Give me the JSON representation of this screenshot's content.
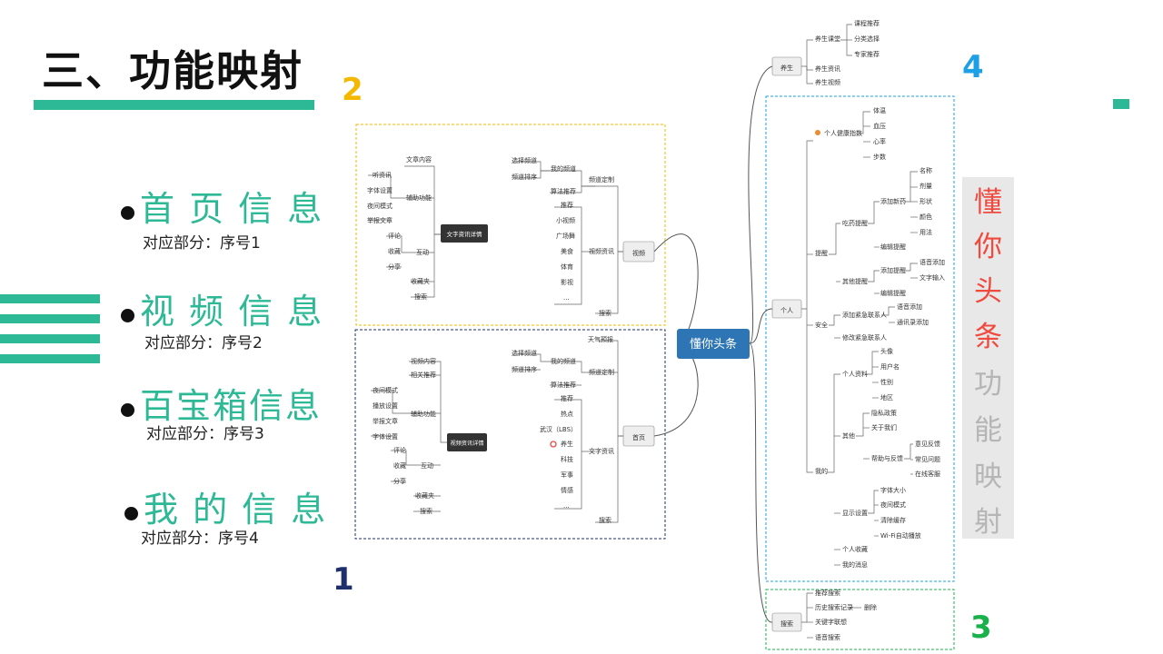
{
  "slide": {
    "title": "三、功能映射",
    "accent_color": "#2db896",
    "sections": [
      {
        "label": "首 页 信 息",
        "sub": "对应部分：序号1"
      },
      {
        "label": "视 频 信 息",
        "sub": "对应部分：序号2"
      },
      {
        "label": "百宝箱信息",
        "sub": "对应部分：序号3"
      },
      {
        "label": "我 的 信 息",
        "sub": "对应部分：序号4"
      }
    ],
    "vertical_title": [
      "懂",
      "你",
      "头",
      "条",
      "功",
      "能",
      "映",
      "射"
    ],
    "vertical_title_colors": {
      "highlight": "#f04a3e",
      "muted": "#b5b5b5"
    },
    "region_numbers": [
      {
        "label": "1",
        "color": "#1e2f6b"
      },
      {
        "label": "2",
        "color": "#f5b800"
      },
      {
        "label": "3",
        "color": "#1ab04c"
      },
      {
        "label": "4",
        "color": "#1ea0e6"
      }
    ]
  },
  "mindmap": {
    "root": "懂你头条",
    "root_color": "#2e75b6",
    "branches": {
      "video": {
        "label": "视频",
        "detail": "文字资讯详情",
        "assist_title": "辅助功能",
        "assist": [
          "文章内容",
          "听资讯",
          "字体设置",
          "夜间模式",
          "举报文章"
        ],
        "interact_title": "互动",
        "interact": [
          "评论",
          "收藏",
          "分享"
        ],
        "collect": "收藏夹",
        "search": "搜索",
        "channel_custom": "频道定制",
        "my_channel": "我的频道",
        "channel_ops": [
          "选择频道",
          "频道排序"
        ],
        "algo": "算法推荐",
        "video_info": "视频资讯",
        "video_info_items": [
          "推荐",
          "小视频",
          "广场舞",
          "美食",
          "体育",
          "影视",
          "..."
        ],
        "search2": "搜索"
      },
      "home": {
        "label": "首页",
        "detail": "视频资讯详情",
        "video_content": "视频内容",
        "related": "相关推荐",
        "assist_title": "辅助功能",
        "assist": [
          "夜间模式",
          "播放设置",
          "举报文章",
          "字体设置"
        ],
        "interact_title": "互动",
        "interact": [
          "评论",
          "收藏",
          "分享"
        ],
        "collect": "收藏夹",
        "search": "搜索",
        "weather": "天气预报",
        "channel_custom": "频道定制",
        "my_channel": "我的频道",
        "channel_ops": [
          "选择频道",
          "频道排序"
        ],
        "algo": "算法推荐",
        "text_info": "文字资讯",
        "text_info_items": [
          "推荐",
          "热点",
          "武汉（LBS）",
          "养生",
          "科技",
          "军事",
          "情感",
          "..."
        ],
        "search2": "搜索"
      },
      "health": {
        "label": "养生",
        "class": "养生课堂",
        "class_items": [
          "课程推荐",
          "分类选择",
          "专家推荐"
        ],
        "news": "养生资讯",
        "video": "养生视频"
      },
      "personal": {
        "label": "个人",
        "health_index": "个人健康指数",
        "health_items": [
          "体温",
          "血压",
          "心率",
          "步数"
        ],
        "remind": "提醒",
        "med_remind": "吃药提醒",
        "add_med": "添加新药",
        "med_items": [
          "名称",
          "剂量",
          "形状",
          "颜色",
          "用法"
        ],
        "edit_remind": "编辑提醒",
        "other_remind": "其他提醒",
        "add_remind": "添加提醒",
        "remind_items": [
          "语音添加",
          "文字输入"
        ],
        "edit_remind2": "编辑提醒",
        "safety": "安全",
        "add_contact": "添加紧急联系人",
        "contact_items": [
          "语音添加",
          "通讯录添加"
        ],
        "edit_contact": "修改紧急联系人",
        "mine": "我的",
        "profile": "个人资料",
        "profile_items": [
          "头像",
          "用户名",
          "性别",
          "地区"
        ],
        "other": "其他",
        "privacy": "隐私政策",
        "about": "关于我们",
        "help": "帮助与反馈",
        "help_items": [
          "意见反馈",
          "常见问题",
          "在线客服"
        ],
        "display": "显示设置",
        "display_items": [
          "字体大小",
          "夜间模式",
          "清除缓存",
          "Wi-Fi自动播放"
        ],
        "fav": "个人收藏",
        "msg": "我的消息"
      },
      "search": {
        "label": "搜索",
        "hot": "推荐搜索",
        "history": "历史搜索记录",
        "delete": "删除",
        "keyword": "关键字联想",
        "voice": "语音搜索"
      }
    }
  }
}
